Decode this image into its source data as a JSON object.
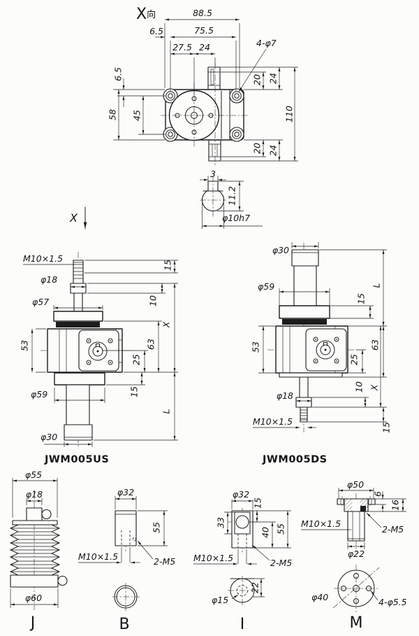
{
  "top_view": {
    "view_label_main": "X",
    "view_label_suffix": "向",
    "d_total_w": "88.5",
    "d_off_w": "6.5",
    "d_holes_w": "75.5",
    "d_c1": "27.5",
    "d_c2": "24",
    "holes_note": "4-φ7",
    "d_off_h": "6.5",
    "d_holes_h": "45",
    "d_plate_h": "58",
    "d_total_h": "110",
    "d_shaft_top_a": "20",
    "d_shaft_top_b": "24",
    "d_shaft_bot_a": "20",
    "d_shaft_bot_b": "24"
  },
  "shaft_detail": {
    "d_key_w": "3",
    "d_key_h": "11.2",
    "d_dia": "φ10h7"
  },
  "direction_arrow": {
    "label": "X"
  },
  "us_view": {
    "title": "JWM005US",
    "thread": "M10×1.5",
    "d_collar": "φ18",
    "d_flange_top": "φ57",
    "d_body": "53",
    "d_flange_bot": "φ59",
    "d_tube": "φ30",
    "d_15_top": "15",
    "d_10": "10",
    "d_x": "X",
    "d_63": "63",
    "d_25": "25",
    "d_15_bot": "15",
    "d_l": "L"
  },
  "ds_view": {
    "title": "JWM005DS",
    "d_tube": "φ30",
    "d_flange_top": "φ59",
    "d_body": "53",
    "d_collar": "φ18",
    "thread": "M10×1.5",
    "d_l": "L",
    "d_15_top": "15",
    "d_63": "63",
    "d_25": "25",
    "d_10": "10",
    "d_x": "X",
    "d_15_bot": "15"
  },
  "acc_j": {
    "label": "J",
    "d_top": "φ55",
    "d_bore": "φ18",
    "d_bottom": "φ60"
  },
  "acc_b": {
    "label": "B",
    "d_dia": "φ32",
    "d_h": "55",
    "thread": "M10×1.5",
    "screws": "2-M5"
  },
  "acc_i": {
    "label": "I",
    "d_dia": "φ32",
    "d_15": "15",
    "d_33": "33",
    "d_40": "40",
    "d_55": "55",
    "thread": "M10×1.5",
    "screws": "2-M5",
    "d_hole": "φ15",
    "d_22": "22"
  },
  "acc_m": {
    "label": "M",
    "d_dia": "φ50",
    "d_6": "6",
    "d_16": "16",
    "thread": "M10×1.5",
    "screws": "2-M5",
    "d_boss": "φ22",
    "d_bc": "φ40",
    "d_holes": "4-φ5.5"
  }
}
